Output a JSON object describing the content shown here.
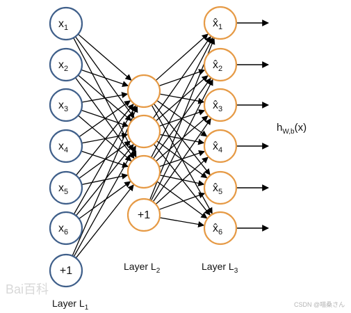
{
  "colors": {
    "input_node": "#3f5f8a",
    "orange_node": "#e69a45",
    "edge": "#000000"
  },
  "layer1": {
    "label": "Layer L",
    "label_sub": "1",
    "nodes": [
      {
        "main": "x",
        "sub": "1"
      },
      {
        "main": "x",
        "sub": "2"
      },
      {
        "main": "x",
        "sub": "3"
      },
      {
        "main": "x",
        "sub": "4"
      },
      {
        "main": "x",
        "sub": "5"
      },
      {
        "main": "x",
        "sub": "6"
      },
      {
        "main": "+1",
        "sub": ""
      }
    ]
  },
  "layer2": {
    "label": "Layer L",
    "label_sub": "2",
    "nodes": [
      {
        "main": "",
        "sub": ""
      },
      {
        "main": "",
        "sub": ""
      },
      {
        "main": "",
        "sub": ""
      },
      {
        "main": "+1",
        "sub": ""
      }
    ]
  },
  "layer3": {
    "label": "Layer L",
    "label_sub": "3",
    "nodes": [
      {
        "main": "x̂",
        "sub": "1"
      },
      {
        "main": "x̂",
        "sub": "2"
      },
      {
        "main": "x̂",
        "sub": "3"
      },
      {
        "main": "x̂",
        "sub": "4"
      },
      {
        "main": "x̂",
        "sub": "5"
      },
      {
        "main": "x̂",
        "sub": "6"
      }
    ]
  },
  "output": {
    "prefix": "h",
    "sub": "W,b",
    "suffix": "(x)"
  },
  "watermark": {
    "logo": "Bai百科",
    "credit": "CSDN @喵桑さん"
  }
}
